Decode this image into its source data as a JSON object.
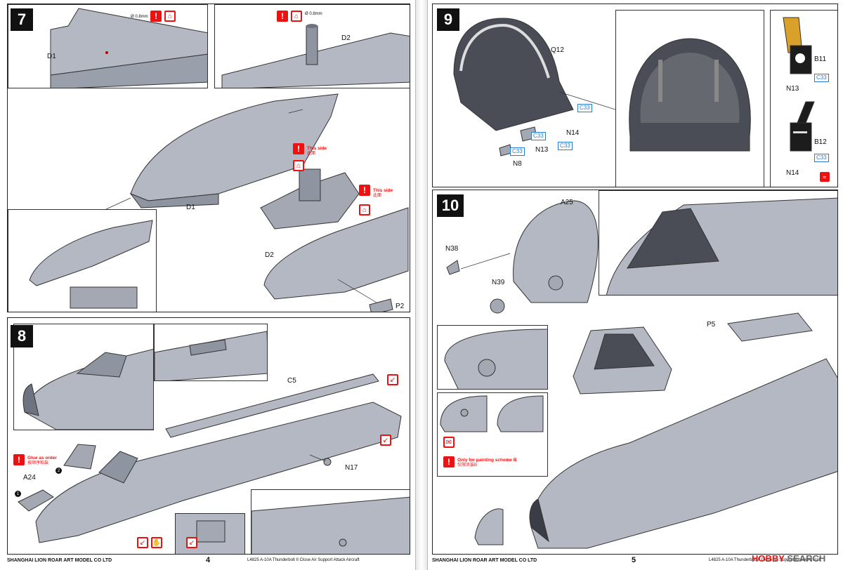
{
  "left_page": {
    "footer_company": "SHANGHAI LION ROAR ART MODEL CO LTD",
    "page_number": "4",
    "footer_product": "L4825 A-10A Thunderbolt II Close Air Support Attack Aircraft",
    "step7": {
      "number": "7",
      "labels": {
        "d1_top": "D1",
        "d2_top": "D2",
        "d1_main": "D1",
        "d2_main": "D2",
        "p2": "P2"
      },
      "drill_note_1": "Ø 0.8mm",
      "drill_note_2": "Ø 0.8mm",
      "this_side_1": "This side",
      "this_side_1_cn": "此面",
      "this_side_2": "This side",
      "this_side_2_cn": "此面"
    },
    "step8": {
      "number": "8",
      "labels": {
        "c5": "C5",
        "a24": "A24",
        "n17": "N17",
        "order_1": "1",
        "order_2": "2"
      },
      "glue_note": "Glue as order",
      "glue_note_cn": "按顺序粘装"
    }
  },
  "right_page": {
    "footer_company": "SHANGHAI LION ROAR ART MODEL CO LTD",
    "page_number": "5",
    "footer_product": "L4825 A-10A Thunderbolt II Close Air Support Attack Aircraft",
    "step9": {
      "number": "9",
      "labels": {
        "q12": "Q12",
        "n14": "N14",
        "n13": "N13",
        "n8": "N8",
        "b11": "B11",
        "n13_detail": "N13",
        "b12": "B12",
        "n14_detail": "N14"
      },
      "color_codes": [
        "C33",
        "C33",
        "C33",
        "C33",
        "C33",
        "C33"
      ]
    },
    "step10": {
      "number": "10",
      "labels": {
        "a25": "A25",
        "n38": "N38",
        "n39": "N39",
        "p5": "P5"
      },
      "scheme_note": "Only for painting scheme B",
      "scheme_note_cn": "仅限涂装B"
    }
  },
  "watermark": {
    "brand_a": "HOBBY",
    "brand_b": "SEARCH"
  },
  "colors": {
    "accent_red": "#e11111",
    "color_code_blue": "#2a7bd8",
    "part_gray": "#a9aeb8"
  }
}
